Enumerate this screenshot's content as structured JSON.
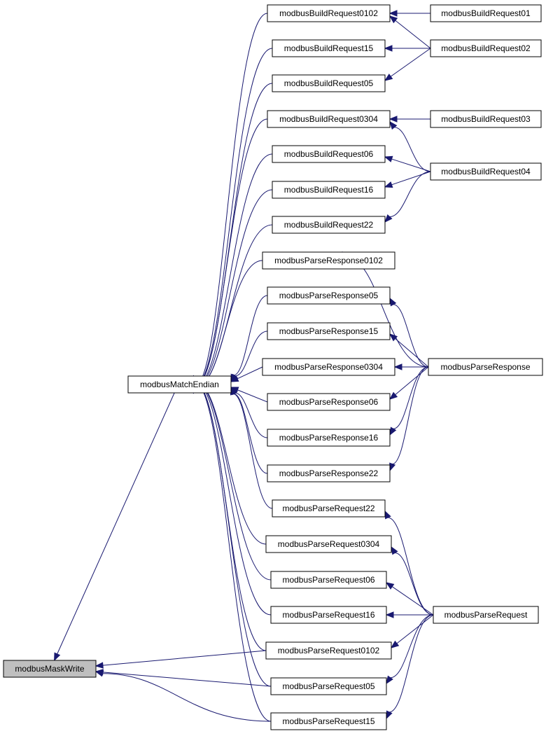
{
  "colors": {
    "edge": "#191970",
    "node_border": "#000000",
    "highlight_fill": "#bfbfbf",
    "background": "#ffffff"
  },
  "nodes": {
    "maskwrite": "modbusMaskWrite",
    "matchendian": "modbusMatchEndian",
    "br0102": "modbusBuildRequest0102",
    "br15": "modbusBuildRequest15",
    "br05": "modbusBuildRequest05",
    "br0304": "modbusBuildRequest0304",
    "br06": "modbusBuildRequest06",
    "br16": "modbusBuildRequest16",
    "br22": "modbusBuildRequest22",
    "pr0102": "modbusParseResponse0102",
    "pr05": "modbusParseResponse05",
    "pr15": "modbusParseResponse15",
    "pr0304": "modbusParseResponse0304",
    "pr06": "modbusParseResponse06",
    "pr16": "modbusParseResponse16",
    "pr22": "modbusParseResponse22",
    "pq22": "modbusParseRequest22",
    "pq0304": "modbusParseRequest0304",
    "pq06": "modbusParseRequest06",
    "pq16": "modbusParseRequest16",
    "pq0102": "modbusParseRequest0102",
    "pq05": "modbusParseRequest05",
    "pq15": "modbusParseRequest15",
    "br01": "modbusBuildRequest01",
    "br02": "modbusBuildRequest02",
    "br03": "modbusBuildRequest03",
    "br04": "modbusBuildRequest04",
    "presp": "modbusParseResponse",
    "preq": "modbusParseRequest"
  },
  "edges": [
    [
      "matchendian",
      "maskwrite"
    ],
    [
      "pq0102",
      "maskwrite"
    ],
    [
      "pq05",
      "maskwrite"
    ],
    [
      "pq15",
      "maskwrite"
    ],
    [
      "br0102",
      "matchendian"
    ],
    [
      "br15",
      "matchendian"
    ],
    [
      "br05",
      "matchendian"
    ],
    [
      "br0304",
      "matchendian"
    ],
    [
      "br06",
      "matchendian"
    ],
    [
      "br16",
      "matchendian"
    ],
    [
      "br22",
      "matchendian"
    ],
    [
      "pr0102",
      "matchendian"
    ],
    [
      "pr05",
      "matchendian"
    ],
    [
      "pr15",
      "matchendian"
    ],
    [
      "pr0304",
      "matchendian"
    ],
    [
      "pr06",
      "matchendian"
    ],
    [
      "pr16",
      "matchendian"
    ],
    [
      "pr22",
      "matchendian"
    ],
    [
      "pq22",
      "matchendian"
    ],
    [
      "pq0304",
      "matchendian"
    ],
    [
      "pq06",
      "matchendian"
    ],
    [
      "pq16",
      "matchendian"
    ],
    [
      "pq0102",
      "matchendian"
    ],
    [
      "pq05",
      "matchendian"
    ],
    [
      "pq15",
      "matchendian"
    ],
    [
      "br01",
      "br0102"
    ],
    [
      "br02",
      "br0102"
    ],
    [
      "br02",
      "br15"
    ],
    [
      "br02",
      "br05"
    ],
    [
      "br03",
      "br0304"
    ],
    [
      "br04",
      "br0304"
    ],
    [
      "br04",
      "br06"
    ],
    [
      "br04",
      "br16"
    ],
    [
      "br04",
      "br22"
    ],
    [
      "presp",
      "pr0102"
    ],
    [
      "presp",
      "pr05"
    ],
    [
      "presp",
      "pr15"
    ],
    [
      "presp",
      "pr0304"
    ],
    [
      "presp",
      "pr06"
    ],
    [
      "presp",
      "pr16"
    ],
    [
      "presp",
      "pr22"
    ],
    [
      "preq",
      "pq22"
    ],
    [
      "preq",
      "pq0304"
    ],
    [
      "preq",
      "pq06"
    ],
    [
      "preq",
      "pq16"
    ],
    [
      "preq",
      "pq0102"
    ],
    [
      "preq",
      "pq05"
    ],
    [
      "preq",
      "pq15"
    ]
  ]
}
